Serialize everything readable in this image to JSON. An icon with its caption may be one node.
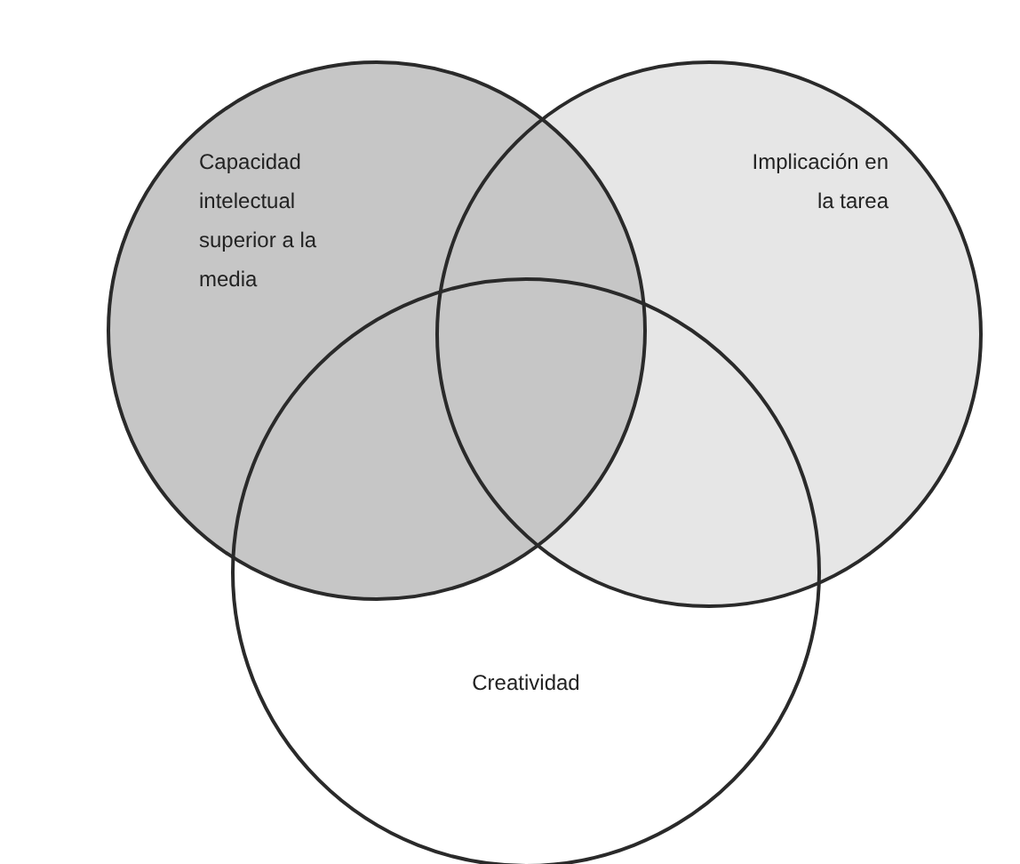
{
  "diagram": {
    "nodes": [
      {
        "text": [
          "Capacidad intelectual superior a la media"
        ]
      },
      {
        "text": [
          "Implicación en la tarea"
        ]
      },
      {
        "text": [
          "Creatividad"
        ]
      }
    ]
  }
}
